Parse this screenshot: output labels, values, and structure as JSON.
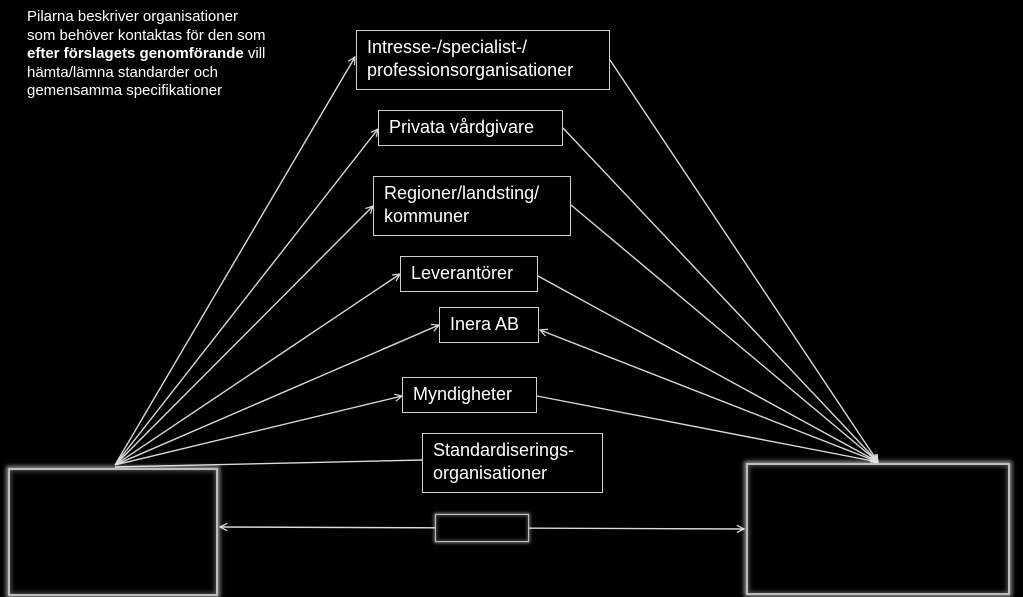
{
  "caption": {
    "line1": "Pilarna beskriver organisationer",
    "line2": "som behöver kontaktas för den som",
    "line3_bold": "efter förslagets genomförande",
    "line3_rest": " vill",
    "line4": "hämta/lämna standarder och",
    "line5": "gemensamma specifikationer"
  },
  "nodes": {
    "intresse_line1": "Intresse-/specialist-/",
    "intresse_line2": "professionsorganisationer",
    "privata": "Privata vårdgivare",
    "regioner_line1": "Regioner/landsting/",
    "regioner_line2": "kommuner",
    "leverantorer": "Leverantörer",
    "inera": "Inera AB",
    "myndigheter": "Myndigheter",
    "standard_line1": "Standardiserings-",
    "standard_line2": "organisationer"
  },
  "colors": {
    "background": "#000000",
    "lines": "#d9d9d9",
    "text": "#ffffff"
  }
}
